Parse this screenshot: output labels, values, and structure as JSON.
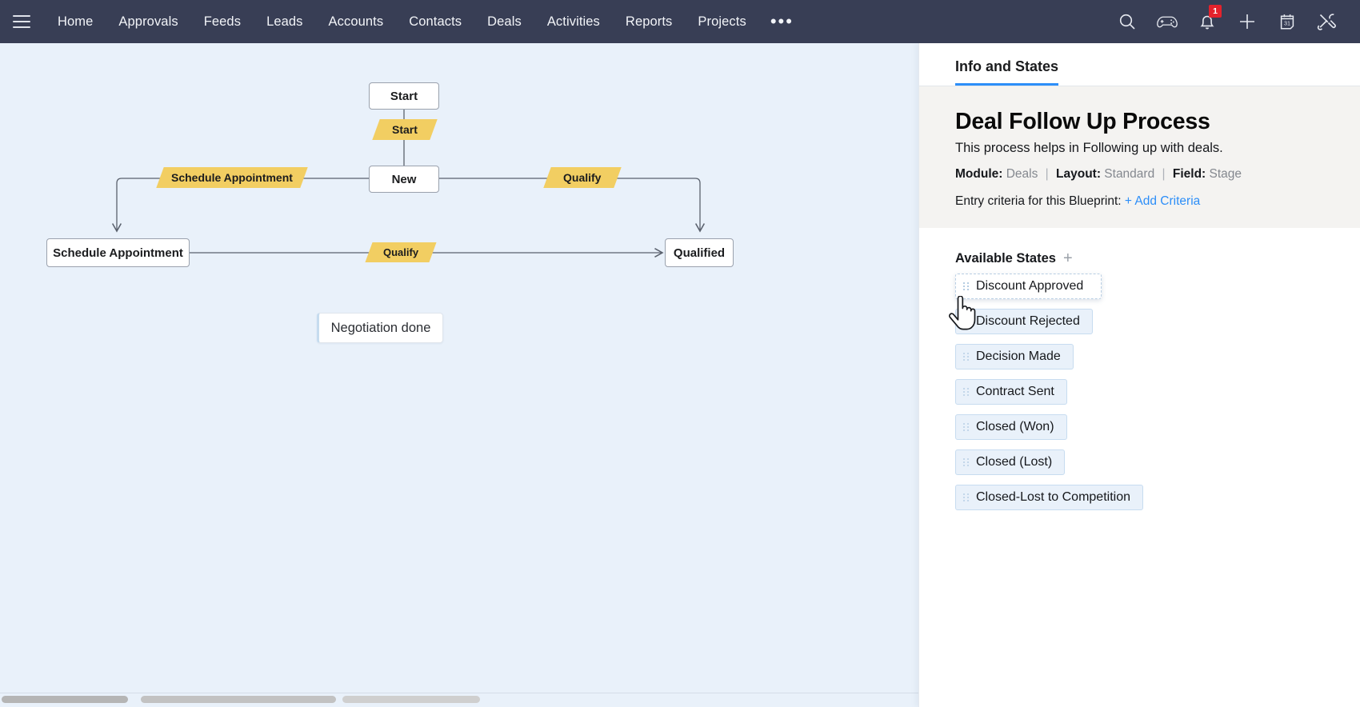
{
  "topnav": {
    "menu_icon": "hamburger-icon",
    "items": [
      {
        "label": "Home"
      },
      {
        "label": "Approvals"
      },
      {
        "label": "Feeds"
      },
      {
        "label": "Leads"
      },
      {
        "label": "Accounts"
      },
      {
        "label": "Contacts"
      },
      {
        "label": "Deals"
      },
      {
        "label": "Activities"
      },
      {
        "label": "Reports"
      },
      {
        "label": "Projects"
      }
    ],
    "overflow_label": "•••",
    "right_icons": [
      {
        "name": "search-icon"
      },
      {
        "name": "gamepad-icon"
      },
      {
        "name": "bell-icon",
        "badge": "1"
      },
      {
        "name": "plus-icon"
      },
      {
        "name": "calendar-icon",
        "label": "31"
      },
      {
        "name": "tools-icon"
      }
    ],
    "bg_color": "#383e55",
    "badge_color": "#e4222c"
  },
  "canvas": {
    "bg_color": "#e9f1fa",
    "node_border_color": "#9aa1ad",
    "transition_color": "#f2ce62",
    "nodes": [
      {
        "id": "start",
        "label": "Start"
      },
      {
        "id": "new",
        "label": "New"
      },
      {
        "id": "schedule",
        "label": "Schedule Appointment"
      },
      {
        "id": "qualified",
        "label": "Qualified"
      },
      {
        "id": "negotiation",
        "label": "Negotiation done"
      }
    ],
    "transitions": [
      {
        "id": "t-start",
        "label": "Start"
      },
      {
        "id": "t-schedule",
        "label": "Schedule Appointment"
      },
      {
        "id": "t-qualify-1",
        "label": "Qualify"
      },
      {
        "id": "t-qualify-2",
        "label": "Qualify"
      }
    ]
  },
  "panel": {
    "tab_label": "Info and States",
    "title": "Deal Follow Up Process",
    "description": "This process helps in Following up with deals.",
    "meta": {
      "module_label": "Module:",
      "module_value": "Deals",
      "layout_label": "Layout:",
      "layout_value": "Standard",
      "field_label": "Field:",
      "field_value": "Stage",
      "separator": "|"
    },
    "entry": {
      "label": "Entry criteria for this Blueprint:",
      "link": "+ Add Criteria"
    },
    "states_heading": "Available States",
    "add_state_icon": "plus-icon",
    "states": [
      {
        "label": "Discount Approved",
        "dragging": true
      },
      {
        "label": "Discount Rejected",
        "dragging": false
      },
      {
        "label": "Decision Made",
        "dragging": false
      },
      {
        "label": "Contract Sent",
        "dragging": false
      },
      {
        "label": "Closed (Won)",
        "dragging": false
      },
      {
        "label": "Closed (Lost)",
        "dragging": false
      },
      {
        "label": "Closed-Lost to Competition",
        "dragging": false
      }
    ],
    "accent_color": "#2c8ef8",
    "chip_bg": "#e9f1fa",
    "chip_border": "#c7dcf0"
  }
}
